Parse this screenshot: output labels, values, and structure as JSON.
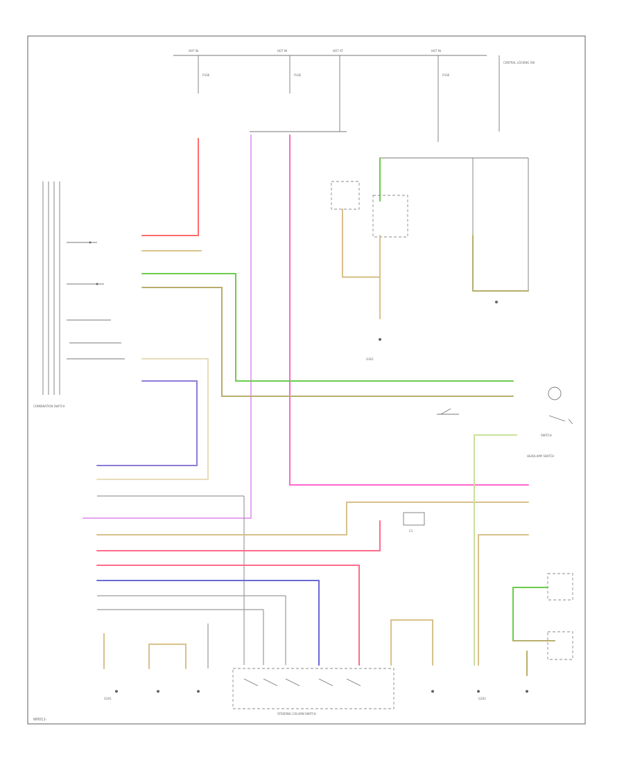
{
  "figure_code": "W0011-",
  "labels": {
    "fuse_top": [
      "HOT IN",
      "HOT IN",
      "HOT AT",
      "HOT IN"
    ],
    "fuse_names": [
      "FUSE",
      "FUSE",
      "FUSE"
    ],
    "central_locking": "CENTRAL LOCKING SW",
    "ground_label": "G301",
    "steering_column_switch": "STEERING COLUMN SWITCH",
    "combination_switch": "COMBINATION SWITCH",
    "switch_assy": "SWITCH",
    "headlamp_switch": "HEADLAMP SWITCH",
    "connector": "C1",
    "ground_left": "G201",
    "ground_right": "G202"
  },
  "colors": {
    "red": "#ff6a6a",
    "pink": "#ff66cc",
    "violet": "#e6a3f0",
    "green": "#6acb4a",
    "tan": "#d8c08a",
    "olive": "#b8ad6a",
    "purple": "#8e7ad8",
    "gray": "#9a9a9a",
    "frame": "#777777"
  }
}
